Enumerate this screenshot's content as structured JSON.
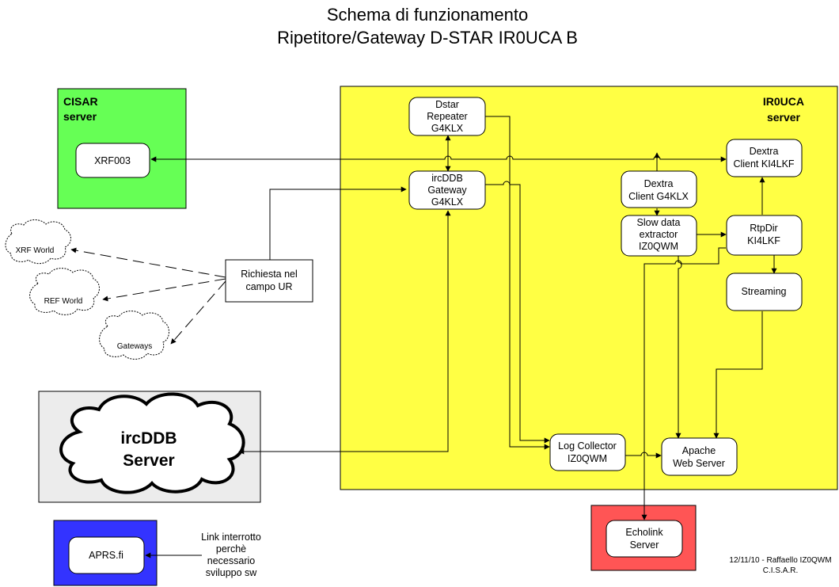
{
  "title": {
    "line1": "Schema di funzionamento",
    "line2": "Ripetitore/Gateway D-STAR IR0UCA B"
  },
  "regions": {
    "cisar": {
      "line1": "CISAR",
      "line2": "server",
      "color": "#66ff55"
    },
    "ir0uca": {
      "line1": "IR0UCA",
      "line2": "server",
      "color": "#ffff44"
    },
    "ircddb_server": {
      "line1": "ircDDB",
      "line2": "Server",
      "color": "#ececec"
    },
    "aprs": {
      "color": "#3333ff"
    },
    "echolink": {
      "color": "#ff5555"
    }
  },
  "nodes": {
    "xrf003": {
      "line1": "XRF003"
    },
    "dstar_repeater": {
      "line1": "Dstar",
      "line2": "Repeater",
      "line3": "G4KLX"
    },
    "ircddb_gateway": {
      "line1": "ircDDB",
      "line2": "Gateway",
      "line3": "G4KLX"
    },
    "dextra_g4klx": {
      "line1": "Dextra",
      "line2": "Client G4KLX"
    },
    "slow_data": {
      "line1": "Slow data",
      "line2": "extractor",
      "line3": "IZ0QWM"
    },
    "dextra_ki4lkf": {
      "line1": "Dextra",
      "line2": "Client KI4LKF"
    },
    "rtpdir": {
      "line1": "RtpDir",
      "line2": "KI4LKF"
    },
    "streaming": {
      "line1": "Streaming"
    },
    "log_collector": {
      "line1": "Log Collector",
      "line2": "IZ0QWM"
    },
    "apache": {
      "line1": "Apache",
      "line2": "Web Server"
    },
    "echolink_server": {
      "line1": "Echolink",
      "line2": "Server"
    },
    "aprs_fi": {
      "line1": "APRS.fi"
    },
    "richiesta": {
      "line1": "Richiesta nel",
      "line2": "campo UR"
    }
  },
  "clouds": {
    "xrf_world": "XRF World",
    "ref_world": "REF World",
    "gateways": "Gateways"
  },
  "notes": {
    "link_interrotto": {
      "line1": "Link interrotto",
      "line2": "perchè",
      "line3": "necessario",
      "line4": "sviluppo sw"
    },
    "credit": {
      "line1": "12/11/10 - Raffaello IZ0QWM",
      "line2": "C.I.S.A.R."
    }
  }
}
